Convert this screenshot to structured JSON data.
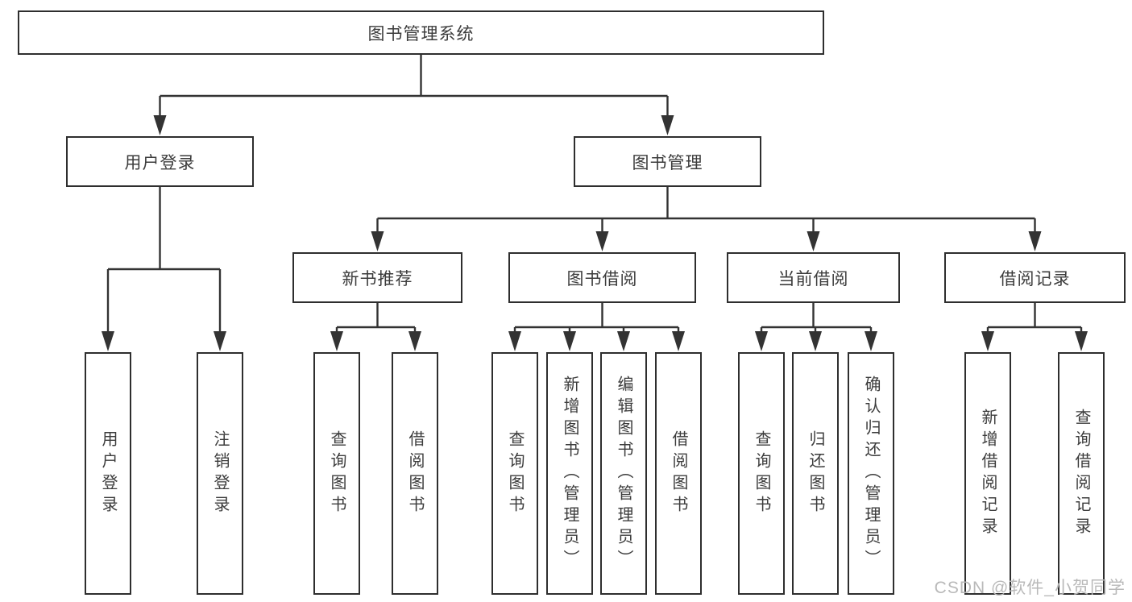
{
  "diagram": {
    "root": {
      "label": "图书管理系统"
    },
    "l2": [
      {
        "label": "用户登录"
      },
      {
        "label": "图书管理"
      }
    ],
    "l3": [
      {
        "label": "新书推荐",
        "parent": "图书管理"
      },
      {
        "label": "图书借阅",
        "parent": "图书管理"
      },
      {
        "label": "当前借阅",
        "parent": "图书管理"
      },
      {
        "label": "借阅记录",
        "parent": "图书管理"
      }
    ],
    "leaves": [
      {
        "label": "用户登录",
        "parent": "用户登录"
      },
      {
        "label": "注销登录",
        "parent": "用户登录"
      },
      {
        "label": "查询图书",
        "parent": "新书推荐"
      },
      {
        "label": "借阅图书",
        "parent": "新书推荐"
      },
      {
        "label": "查询图书",
        "parent": "图书借阅"
      },
      {
        "label": "新增图书（管理员）",
        "parent": "图书借阅"
      },
      {
        "label": "编辑图书（管理员）",
        "parent": "图书借阅"
      },
      {
        "label": "借阅图书",
        "parent": "图书借阅"
      },
      {
        "label": "查询图书",
        "parent": "当前借阅"
      },
      {
        "label": "归还图书",
        "parent": "当前借阅"
      },
      {
        "label": "确认归还（管理员）",
        "parent": "当前借阅"
      },
      {
        "label": "新增借阅记录",
        "parent": "借阅记录"
      },
      {
        "label": "查询借阅记录",
        "parent": "借阅记录"
      }
    ],
    "colors": {
      "line": "#333333",
      "box_border": "#2e2e2e",
      "text": "#3c3c3c",
      "background": "#ffffff"
    }
  },
  "watermark": {
    "text": "CSDN @软件_小贺同学",
    "color": "#b9b9b9"
  }
}
